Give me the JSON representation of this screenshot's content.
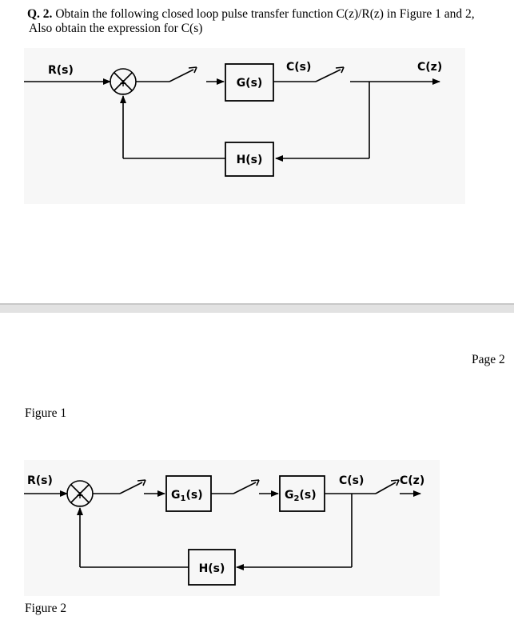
{
  "question": {
    "number": "Q. 2.",
    "line1": "Obtain the following closed loop pulse transfer function C(z)/R(z) in Figure 1 and 2,",
    "line2": "Also obtain the expression for C(s)"
  },
  "figure1": {
    "input_label": "R(s)",
    "forward_block": "G(s)",
    "feedback_block": "H(s)",
    "continuous_output": "C(s)",
    "sampled_output": "C(z)",
    "sum_plus": "+",
    "sum_minus": "−"
  },
  "figure2": {
    "input_label": "R(s)",
    "block1": "G",
    "block1_sub": "1",
    "block1_arg": "(s)",
    "block2": "G",
    "block2_sub": "2",
    "block2_arg": "(s)",
    "feedback_block": "H(s)",
    "continuous_output": "C(s)",
    "sampled_output": "C(z)",
    "sum_plus": "+",
    "sum_minus": "−"
  },
  "page_number": "Page 2",
  "captions": {
    "fig1": "Figure 1",
    "fig2": "Figure 2"
  }
}
